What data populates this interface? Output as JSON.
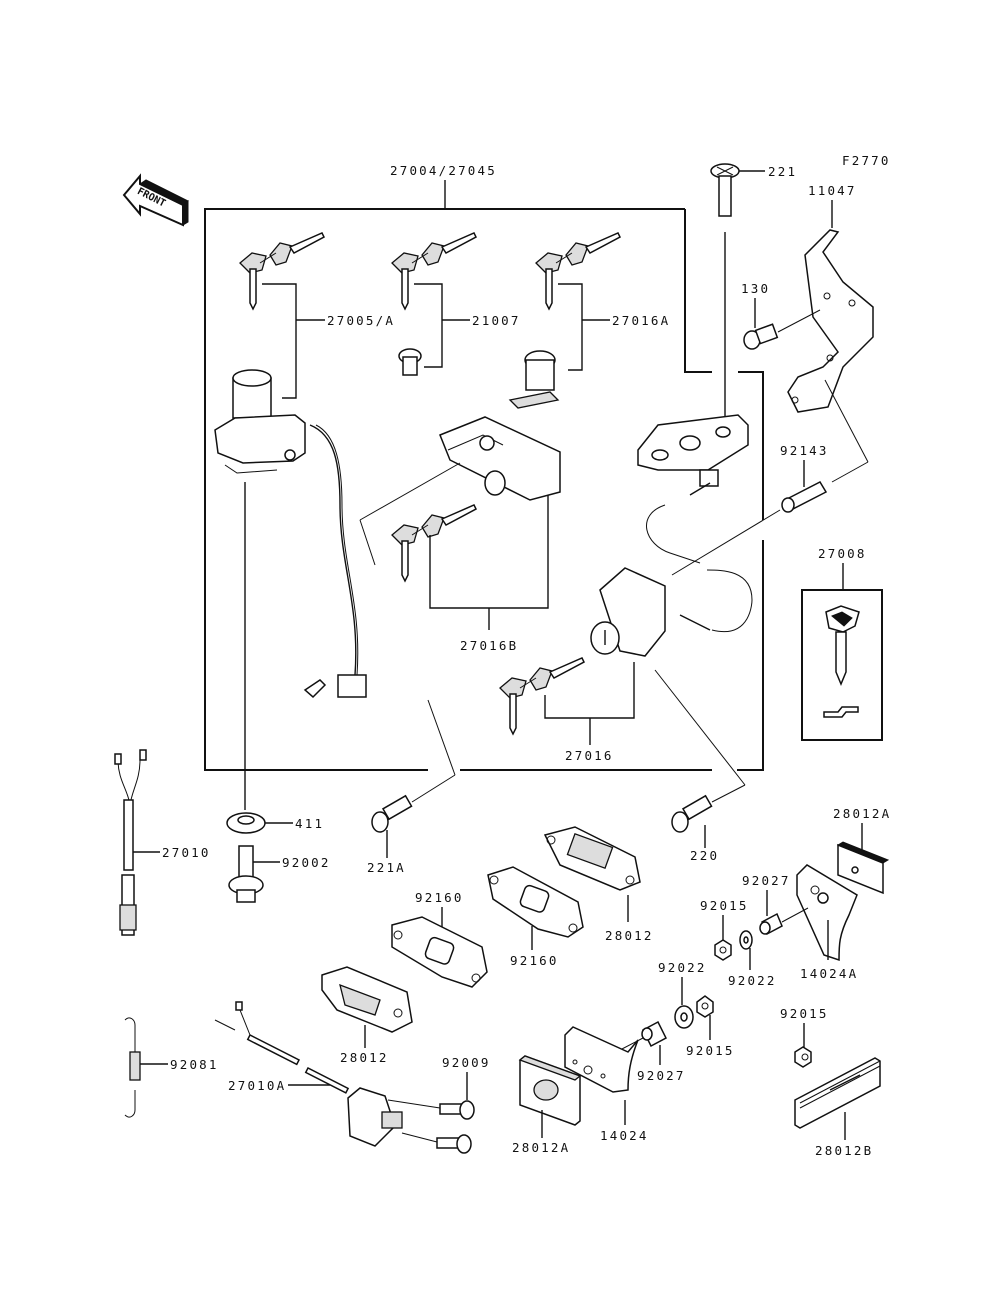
{
  "diagram": {
    "figure_code": "F2770",
    "front_indicator": "FRONT",
    "parts": {
      "set_main": "27004/27045",
      "key_ignition": "27005/A",
      "cap_lock": "21007",
      "lock_seat": "27016A",
      "lock_helmet": "27016B",
      "lock_seat_main": "27016",
      "screw_221": "221",
      "screw_221a": "221A",
      "screw_220": "220",
      "bracket": "11047",
      "bolt_130": "130",
      "collar_92143": "92143",
      "key_blank": "27008",
      "washer_411": "411",
      "bolt_92002": "92002",
      "switch_27010": "27010",
      "switch_27010a": "27010A",
      "spring_92081": "92081",
      "screw_92009": "92009",
      "gasket_1": "92160",
      "gasket_2": "92160",
      "reflector_28012_top": "28012",
      "reflector_28012_bottom": "28012",
      "reflector_28012a_top": "28012A",
      "reflector_28012a_bottom": "28012A",
      "reflector_28012b": "28012B",
      "bracket_14024a": "14024A",
      "bracket_14024": "14024",
      "collar_92027_top": "92027",
      "collar_92027_bottom": "92027",
      "nut_92015_a": "92015",
      "nut_92015_b": "92015",
      "nut_92015_c": "92015",
      "washer_92022_a": "92022",
      "washer_92022_b": "92022"
    }
  }
}
